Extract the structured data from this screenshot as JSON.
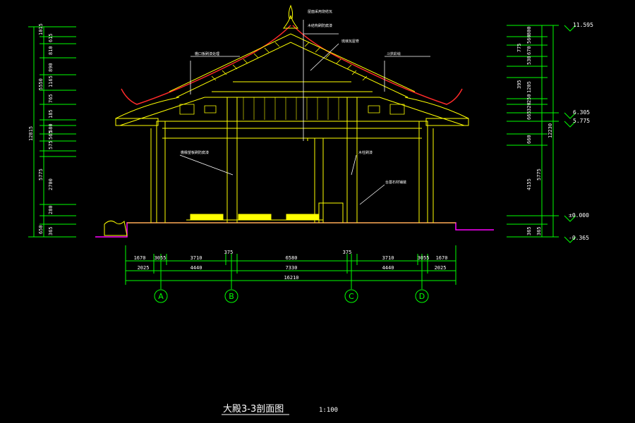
{
  "drawing": {
    "title": "大殿3-3剖面图",
    "scale": "1:100",
    "axes": [
      "A",
      "B",
      "C",
      "D"
    ]
  },
  "colors": {
    "background": "#000000",
    "dim": "#00ff00",
    "structure": "#ffff00",
    "roof": "#ff2a2a",
    "ground": "#ff00ff",
    "text": "#ffffff",
    "axis": "#00ff00"
  },
  "dims_bottom": {
    "row1": [
      "1670",
      "3055",
      "3710",
      "375",
      "6580",
      "375",
      "3710",
      "3055",
      "1670"
    ],
    "row2": [
      "2025",
      "4440",
      "7330",
      "4440",
      "2025"
    ],
    "total": "16210"
  },
  "dims_left": [
    "1015",
    "615",
    "810",
    "890",
    "5550",
    "1165",
    "765",
    "185",
    "580",
    "565",
    "575",
    "12815",
    "5775",
    "2700",
    "280",
    "650",
    "365"
  ],
  "dims_right": [
    "800",
    "560",
    "670",
    "530",
    "775",
    "12230",
    "1205",
    "250",
    "395",
    "320",
    "665",
    "5775",
    "660",
    "4155",
    "365",
    "365"
  ],
  "elevations": [
    "11.595",
    "6.305",
    "5.775",
    "±0.000",
    "-0.365"
  ],
  "annotations": [
    "屋面采用烧结瓦",
    "木结构刷防腐漆",
    "琉璃瓦屋脊",
    "檐口板刷漆处理",
    "斗拱彩绘",
    "檐椽望板刷防腐漆",
    "木柱刷漆",
    "台基石材铺装"
  ]
}
